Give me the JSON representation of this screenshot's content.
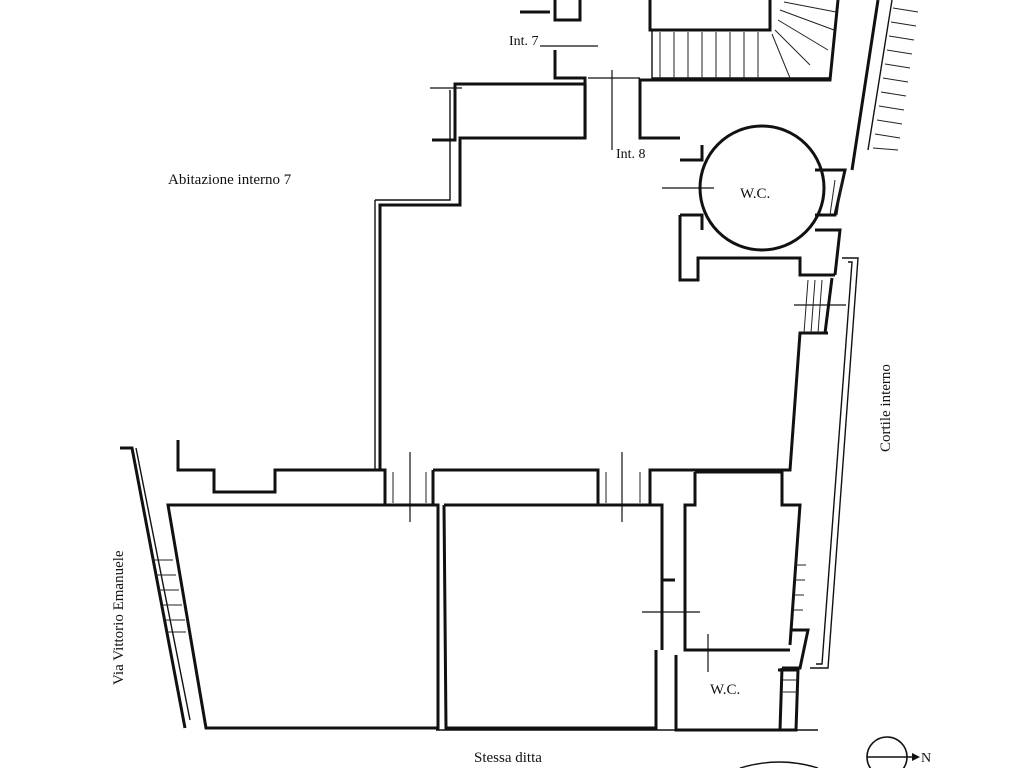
{
  "labels": {
    "int7": "Int. 7",
    "int8": "Int. 8",
    "abitazione": "Abitazione interno 7",
    "wc_upper": "W.C.",
    "wc_lower": "W.C.",
    "cortile": "Cortile interno",
    "via": "Via Vittorio Emanuele",
    "stessa": "Stessa ditta",
    "north": "N"
  }
}
